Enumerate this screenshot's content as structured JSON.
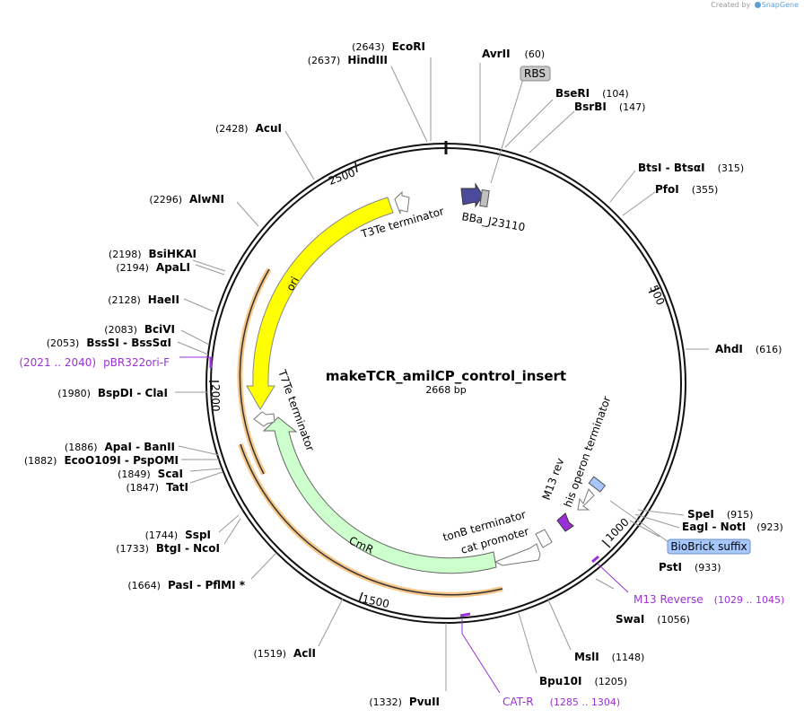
{
  "brand": {
    "created_by": "Created by",
    "product": "SnapGene"
  },
  "map": {
    "name": "makeTCR_amilCP_control_insert",
    "length_bp": 2668,
    "length_label": "2668 bp",
    "ticks": [
      {
        "pos": 500,
        "label": "500"
      },
      {
        "pos": 1000,
        "label": "1000"
      },
      {
        "pos": 1500,
        "label": "1500"
      },
      {
        "pos": 2000,
        "label": "2000"
      },
      {
        "pos": 2500,
        "label": "2500"
      }
    ],
    "sites": [
      {
        "name": "EcoRI",
        "pos": "(2643)"
      },
      {
        "name": "HindIII",
        "pos": "(2637)"
      },
      {
        "name": "AvrII",
        "pos": "(60)"
      },
      {
        "name": "BseRI",
        "pos": "(104)"
      },
      {
        "name": "BsrBI",
        "pos": "(147)"
      },
      {
        "name": "BtsI - BtsαI",
        "pos": "(315)"
      },
      {
        "name": "PfoI",
        "pos": "(355)"
      },
      {
        "name": "AhdI",
        "pos": "(616)"
      },
      {
        "name": "SpeI",
        "pos": "(915)"
      },
      {
        "name": "EagI - NotI",
        "pos": "(923)"
      },
      {
        "name": "PstI",
        "pos": "(933)"
      },
      {
        "name": "SwaI",
        "pos": "(1056)"
      },
      {
        "name": "MslI",
        "pos": "(1148)"
      },
      {
        "name": "Bpu10I",
        "pos": "(1205)"
      },
      {
        "name": "PvuII",
        "pos": "(1332)"
      },
      {
        "name": "AclI",
        "pos": "(1519)"
      },
      {
        "name": "PasI - PflMI *",
        "pos": "(1664)"
      },
      {
        "name": "BtgI - NcoI",
        "pos": "(1733)"
      },
      {
        "name": "SspI",
        "pos": "(1744)"
      },
      {
        "name": "TatI",
        "pos": "(1847)"
      },
      {
        "name": "ScaI",
        "pos": "(1849)"
      },
      {
        "name": "EcoO109I - PspOMI",
        "pos": "(1882)"
      },
      {
        "name": "ApaI - BanII",
        "pos": "(1886)"
      },
      {
        "name": "BspDI - ClaI",
        "pos": "(1980)"
      },
      {
        "name": "BssSI - BssSαI",
        "pos": "(2053)"
      },
      {
        "name": "BciVI",
        "pos": "(2083)"
      },
      {
        "name": "HaeII",
        "pos": "(2128)"
      },
      {
        "name": "ApaLI",
        "pos": "(2194)"
      },
      {
        "name": "BsiHKAI",
        "pos": "(2198)"
      },
      {
        "name": "AlwNI",
        "pos": "(2296)"
      },
      {
        "name": "AcuI",
        "pos": "(2428)"
      }
    ],
    "features": [
      {
        "name": "RBS",
        "kind": "tag"
      },
      {
        "name": "BBa_J23110",
        "kind": "promoter"
      },
      {
        "name": "T3Te terminator",
        "kind": "terminator"
      },
      {
        "name": "ori",
        "kind": "origin"
      },
      {
        "name": "T7Te terminator",
        "kind": "terminator"
      },
      {
        "name": "CmR",
        "kind": "cds"
      },
      {
        "name": "cat promoter",
        "kind": "promoter"
      },
      {
        "name": "tonB terminator",
        "kind": "terminator"
      },
      {
        "name": "his operon terminator",
        "kind": "terminator"
      },
      {
        "name": "M13 rev",
        "kind": "primer_bind"
      },
      {
        "name": "BioBrick suffix",
        "kind": "tag"
      }
    ],
    "primers": [
      {
        "name": "pBR322ori-F",
        "range": "(2021 .. 2040)"
      },
      {
        "name": "M13 Reverse",
        "range": "(1029 .. 1045)"
      },
      {
        "name": "CAT-R",
        "range": "(1285 .. 1304)"
      }
    ],
    "colors": {
      "ori": "#ffff00",
      "cmr": "#ccffcc",
      "promoter_dark": "#4b4b9b",
      "rbs_tag": "#c8c8c8",
      "suffix_tag": "#a6c8ff",
      "m13_rev": "#9b30d8",
      "primer": "#9b30d8",
      "highlight": "#f7c88a"
    }
  }
}
